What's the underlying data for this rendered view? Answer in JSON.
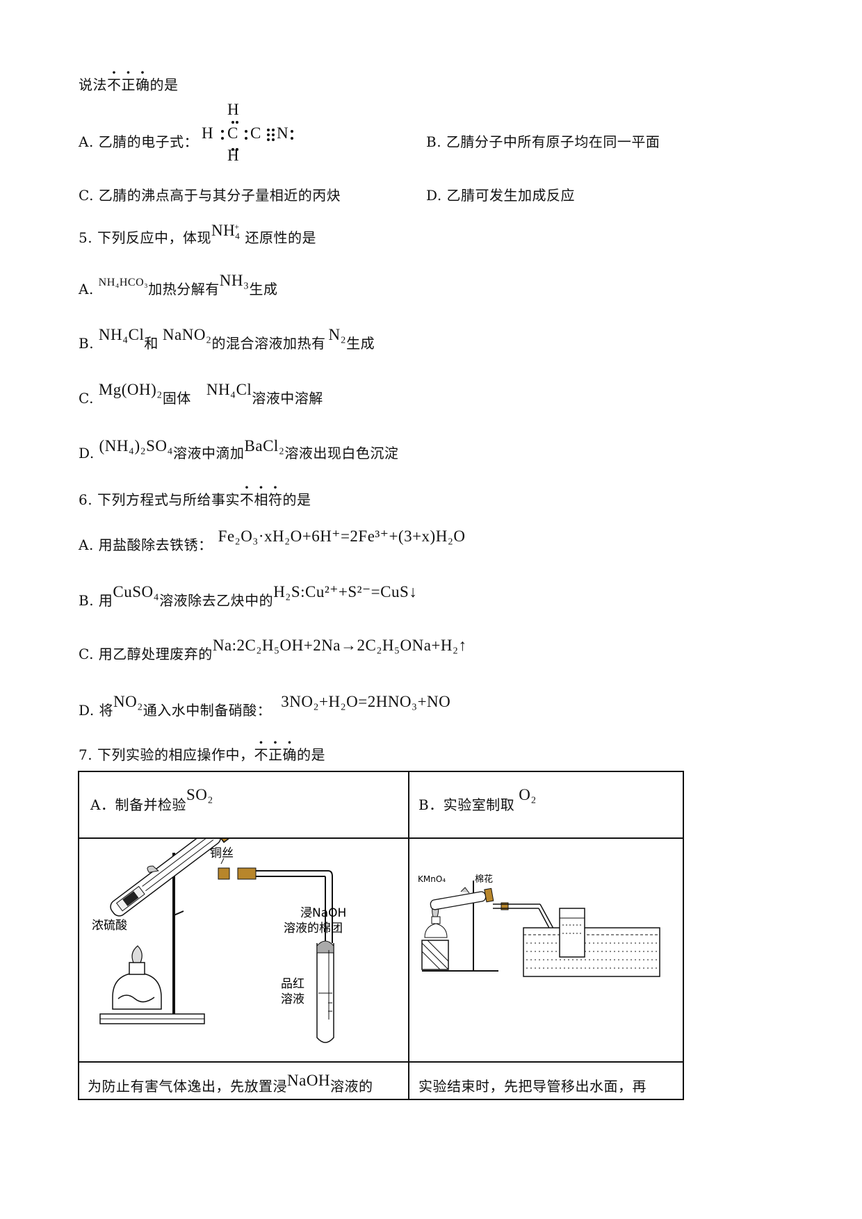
{
  "intro": {
    "pre": "说法",
    "emph": [
      "不",
      "正",
      "确"
    ],
    "post": "的是"
  },
  "q4": {
    "a_label": "A. 乙腈的电子式：",
    "a_formula": {
      "h_top": "H",
      "h_left": "H",
      "c": "C",
      "c2": "C",
      "n": "N",
      "h_bottom": "H"
    },
    "b": "B. 乙腈分子中所有原子均在同一平面",
    "c": "C. 乙腈的沸点高于与其分子量相近的丙炔",
    "d": "D. 乙腈可发生加成反应"
  },
  "q5": {
    "stem_pre": "5. 下列反应中，体现",
    "stem_formula": "NH",
    "stem_sub": "4",
    "stem_sup": "+",
    "stem_post": "还原性的是",
    "a": {
      "label": "A.",
      "formula": "NH₄HCO₃",
      "mid": "加热分解有",
      "gas": "NH₃",
      "tail": "生成"
    },
    "b": {
      "label": "B.",
      "f1": "NH₄Cl",
      "and": "和",
      "f2": "NaNO₂",
      "mid": "的混合溶液加热有",
      "gas": "N₂",
      "tail": "生成"
    },
    "c": {
      "label": "C.",
      "f1": "Mg(OH)₂",
      "mid": "固体",
      "f2": "NH₄Cl",
      "tail": "溶液中溶解"
    },
    "d": {
      "label": "D.",
      "f1": "(NH₄)₂SO₄",
      "mid": "溶液中滴加",
      "f2": "BaCl₂",
      "tail": "溶液出现白色沉淀"
    }
  },
  "q6": {
    "stem_pre": "6. 下列方程式与所给事实",
    "stem_emph": [
      "不",
      "相",
      "符"
    ],
    "stem_post": "的是",
    "a_label": "A. 用盐酸除去铁锈：",
    "a_eq": "Fe₂O₃·xH₂O+6H⁺=2Fe³⁺+(3+x)H₂O",
    "b_label_pre": "B. 用",
    "b_f": "CuSO₄",
    "b_mid": "溶液除去乙炔中的",
    "b_eq": "H₂S:Cu²⁺+S²⁻=CuS↓",
    "c_label": "C. 用乙醇处理废弃的",
    "c_eq": "Na:2C₂H₅OH+2Na→2C₂H₅ONa+H₂↑",
    "d_label_pre": "D. 将",
    "d_f": "NO₂",
    "d_mid": "通入水中制备硝酸：",
    "d_eq": "3NO₂+H₂O=2HNO₃+NO"
  },
  "q7": {
    "stem_pre": "7. 下列实验的相应操作中，",
    "stem_emph": [
      "不",
      "正",
      "确"
    ],
    "stem_post": "的是",
    "table": {
      "a_header": "A．制备并检验",
      "a_header_f": "SO₂",
      "b_header": "B．实验室制取",
      "b_header_f": "O₂",
      "a_labels": {
        "wire": "铜丝",
        "acid": "浓硫酸",
        "cotton1": "浸NaOH",
        "cotton2": "溶液的棉团",
        "dye1": "品红",
        "dye2": "溶液"
      },
      "b_labels": {
        "reagent": "KMnO₄",
        "cotton": "棉花"
      },
      "a_footer_pre": "为防止有害气体逸出，先放置浸",
      "a_footer_f": "NaOH",
      "a_footer_post": "溶液的",
      "b_footer": "实验结束时，先把导管移出水面，再"
    }
  }
}
